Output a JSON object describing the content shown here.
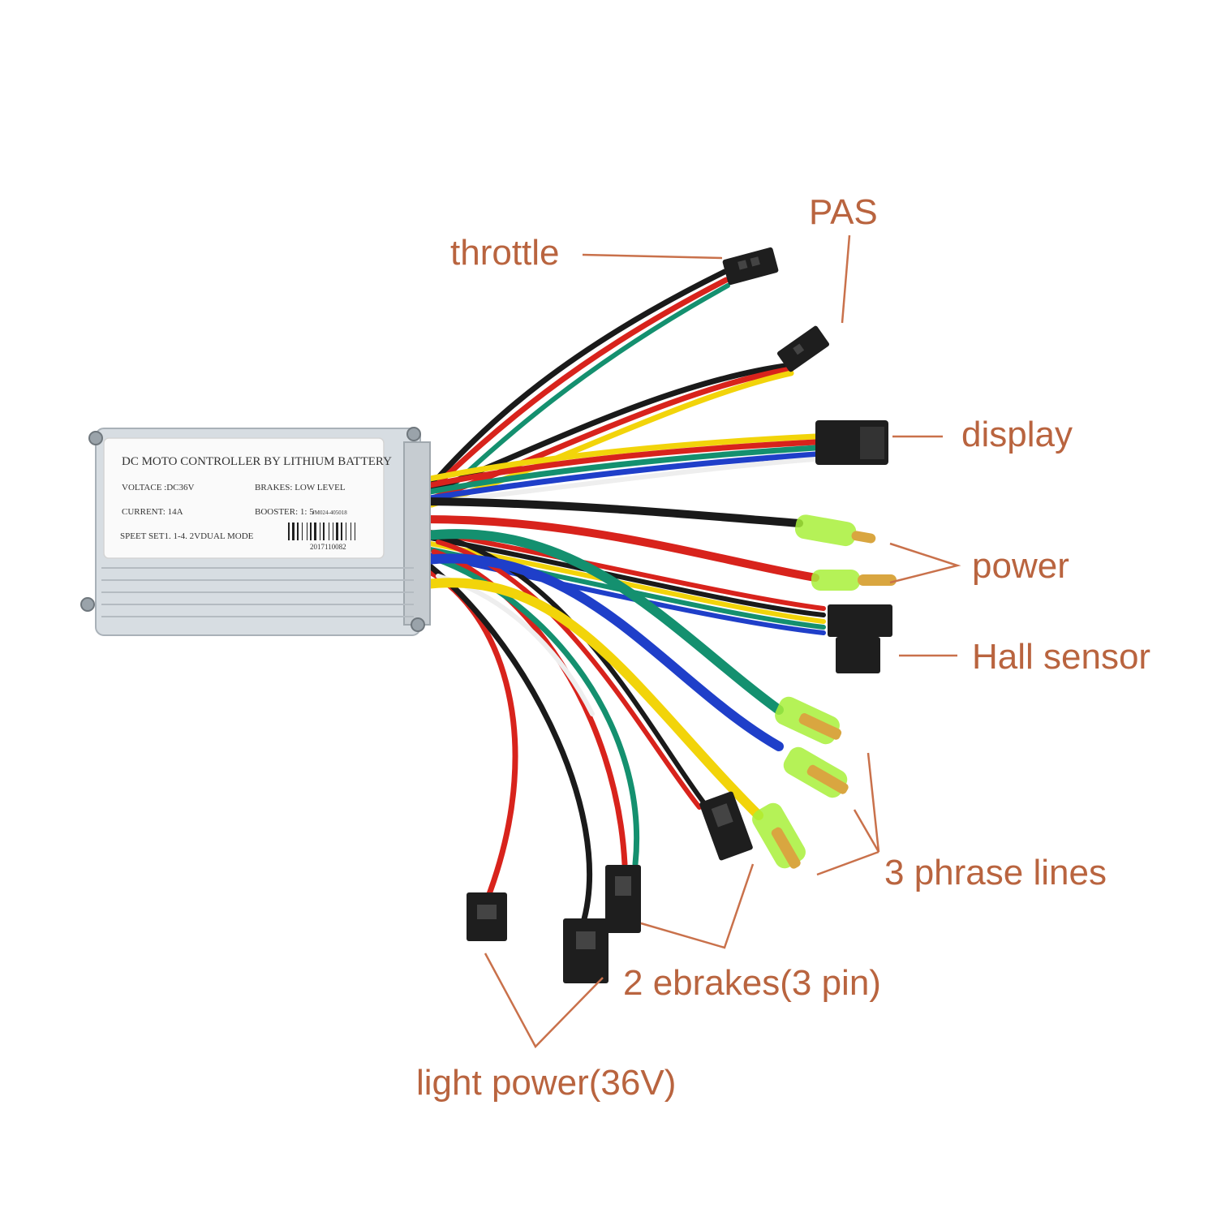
{
  "colors": {
    "label": "#b9643f",
    "leader": "#c9714b",
    "housing": "#d7dde2",
    "wire_red": "#d8231c",
    "wire_black": "#1a1a1a",
    "wire_yellow": "#f2d40a",
    "wire_green": "#14906f",
    "wire_blue": "#1f3fc9",
    "wire_white": "#eeeeee",
    "connector": "#1e1e1e",
    "insulator": "#a8f03a"
  },
  "sticker": {
    "title": "DC MOTO CONTROLLER BY LITHIUM BATTERY",
    "voltage": "VOLTACE :DC36V",
    "brakes": "BRAKES: LOW LEVEL",
    "current": "CURRENT: 14A",
    "booster": "BOOSTER: 1: 5",
    "model": "JM024-405018",
    "speed": "SPEET SET1. 1-4. 2VDUAL MODE",
    "serial": "2017110082"
  },
  "labels": {
    "throttle": "throttle",
    "pas": "PAS",
    "display": "display",
    "power": "power",
    "hall_sensor": "Hall sensor",
    "phase_lines": "3 phrase lines",
    "ebrakes": "2 ebrakes(3 pin)",
    "light_power": "light power(36V)"
  }
}
